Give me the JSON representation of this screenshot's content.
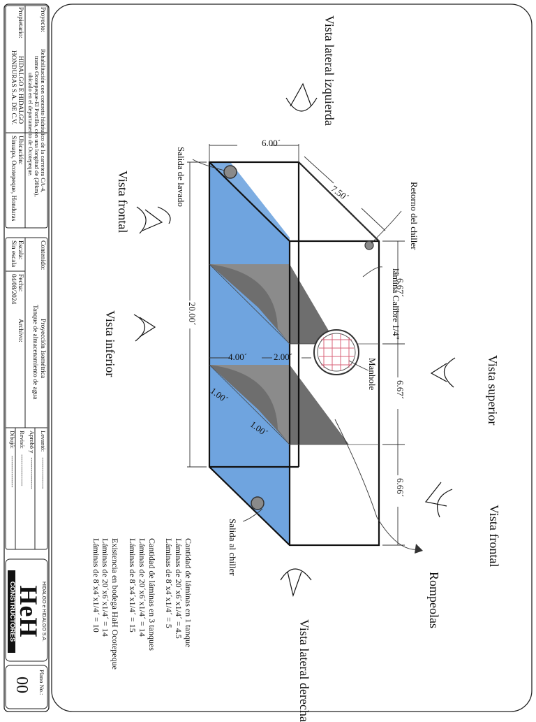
{
  "views": {
    "left": "Vista lateral izquierda",
    "front_top": "Vista frontal",
    "bottom": "Vista inferior",
    "top": "Vista superior",
    "front_bottom": "Vista frontal",
    "right": "Vista lateral derecha"
  },
  "breakwater": "Rompeolas",
  "components": {
    "wash_outlet": "Salida de lavado",
    "chiller_return": "Retorno del chiller",
    "sheet_gauge": "lámina Calibre 1/4\"",
    "manhole": "Manhole",
    "chiller_outlet": "Salida al chiller"
  },
  "dimensions": {
    "width": "6.00´",
    "depth": "7.50´",
    "length": "20.00´",
    "seg1": "6.67´",
    "seg2": "6.67´",
    "seg3": "6.66´",
    "baffle_a": "4.00´",
    "baffle_b": "2.00´",
    "baffle_c": "1.00´",
    "baffle_d": "1.00´"
  },
  "notes": {
    "one_tank_title": "Cantidad de láminas en 1 tanque",
    "one_tank_l1": "Láminas de 20´x6´x1/4´ = 4.5",
    "one_tank_l2": "Láminas de 8´x4´x1/4´ = 5",
    "three_tanks_title": "Cantidad de láminas en 3 tanques",
    "three_tanks_l1": "Láminas de 20´x6´x1/4´ = 14",
    "three_tanks_l2": "Láminas de 8´x4´x1/4´ = 15",
    "stock_title": "Existencia en bodega HaH Ocotepeque",
    "stock_l1": "Láminas de 20´x6´x1/4´ = 14",
    "stock_l2": "Láminas de 8´x4´x1/4´ = 10"
  },
  "title_block": {
    "project_label": "Proyecto:",
    "project_l1": "Rehabilitación con concreto hidráulico de la carretera CA-4,",
    "project_l2": "tramo Ocotepeque-El Portillo, con una longitud de (20km),",
    "project_l3": "ubicado en el departamento de Ocotepeque.",
    "owner_label": "Propietario:",
    "owner_l1": "HIDALGO E HIDALGO",
    "owner_l2": "HONDURAS S.A. DE C.V.",
    "location_label": "Ubicación:",
    "location_value": "Sinuapa, Ocotepeque, Honduras",
    "content_label": "Contenido:",
    "content_l1": "Proyección Isométrica",
    "content_l2": "Tanque de almacenamiento de agua",
    "scale_label": "Escala:",
    "scale_value": "Sin escala",
    "date_label": "Fecha:",
    "date_value": "04/08/2024",
    "file_label": "Archivo:",
    "surveyed_label": "Levantó:",
    "approved_label": "Aprobó y",
    "reviewed_label": "Revisó:",
    "drew_label": "Dibujó:",
    "blank": "----------------",
    "company_small": "HIDALGO e HIDALGO S.A.",
    "company_mark": "HeH",
    "company_sub": "CONSTRUCTORES",
    "plan_label": "Plano No.:",
    "plan_number": "00"
  },
  "colors": {
    "water": "#6fa4df",
    "baffle": "#6e6e6e",
    "outline": "#111111",
    "manhole_grid": "#d9637a"
  }
}
